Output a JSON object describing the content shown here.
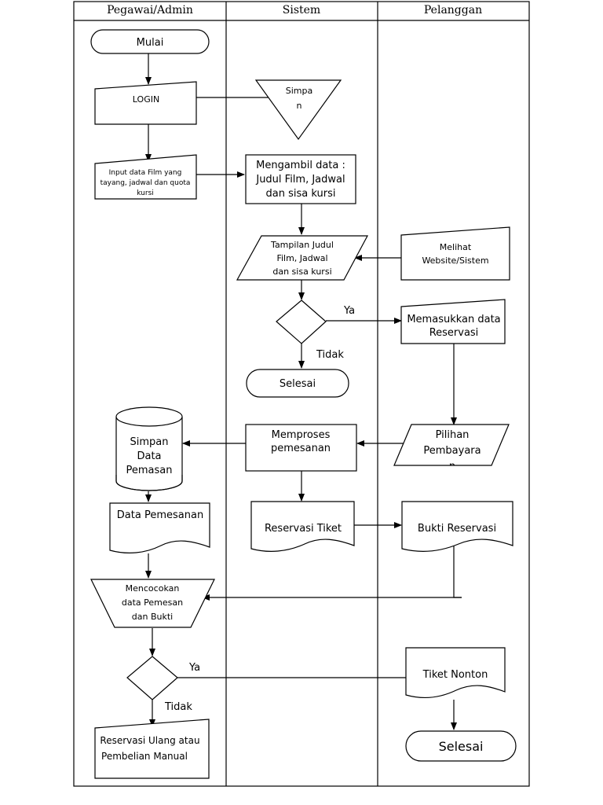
{
  "lanes": [
    "Pegawai/Admin",
    "Sistem",
    "Pelanggan"
  ],
  "nodes": {
    "mulai": "Mulai",
    "login": "LOGIN",
    "simpan_tri": [
      "Simpa",
      "n"
    ],
    "input_film": [
      "Input data Film yang",
      "tayang, jadwal dan quota",
      "kursi"
    ],
    "mengambil": [
      "Mengambil data :",
      "Judul Film, Jadwal",
      "dan sisa kursi"
    ],
    "tampilan": [
      "Tampilan Judul",
      "Film, Jadwal",
      "dan sisa kursi"
    ],
    "melihat": [
      "Melihat",
      "Website/Sistem"
    ],
    "memasukkan": [
      "Memasukkan data",
      "Reservasi"
    ],
    "selesai_1": "Selesai",
    "simpan_db": [
      "Simpan",
      "Data",
      "Pemasan"
    ],
    "memproses": [
      "Memproses",
      "pemesanan"
    ],
    "pilihan": [
      "Pilihan",
      "Pembayara",
      "n"
    ],
    "data_pemesanan": "Data Pemesanan",
    "reservasi_tiket": "Reservasi Tiket",
    "bukti_reservasi": "Bukti Reservasi",
    "mencocokan": [
      "Mencocokan",
      "data Pemesan",
      "dan Bukti"
    ],
    "tiket_nonton": "Tiket Nonton",
    "reservasi_ulang": [
      "Reservasi Ulang atau",
      "Pembelian Manual"
    ],
    "selesai_2": "Selesai"
  },
  "edge_labels": {
    "ya_1": "Ya",
    "tidak_1": "Tidak",
    "ya_2": "Ya",
    "tidak_2": "Tidak"
  }
}
